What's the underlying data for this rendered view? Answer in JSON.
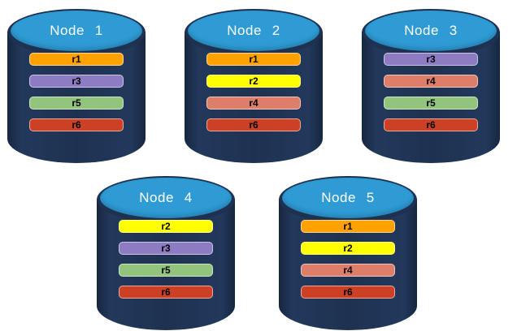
{
  "colors": {
    "page_background": "#FFFFFF",
    "cylinder_body": "#1F3150",
    "cylinder_top_face": "#2E9BD5",
    "node_label_text": "#FFFFFF",
    "replica_label_text": "#000000"
  },
  "replica_colors": {
    "r1": "#FFA200",
    "r2": "#FFFF00",
    "r3": "#8E7CC3",
    "r4": "#DD7E6B",
    "r5": "#93C47D",
    "r6": "#CC4125"
  },
  "nodes": [
    {
      "label": "Node 1",
      "replicas": [
        "r1",
        "r3",
        "r5",
        "r6"
      ]
    },
    {
      "label": "Node 2",
      "replicas": [
        "r1",
        "r2",
        "r4",
        "r6"
      ]
    },
    {
      "label": "Node 3",
      "replicas": [
        "r3",
        "r4",
        "r5",
        "r6"
      ]
    },
    {
      "label": "Node 4",
      "replicas": [
        "r2",
        "r3",
        "r5",
        "r6"
      ]
    },
    {
      "label": "Node 5",
      "replicas": [
        "r1",
        "r2",
        "r4",
        "r6"
      ]
    }
  ]
}
